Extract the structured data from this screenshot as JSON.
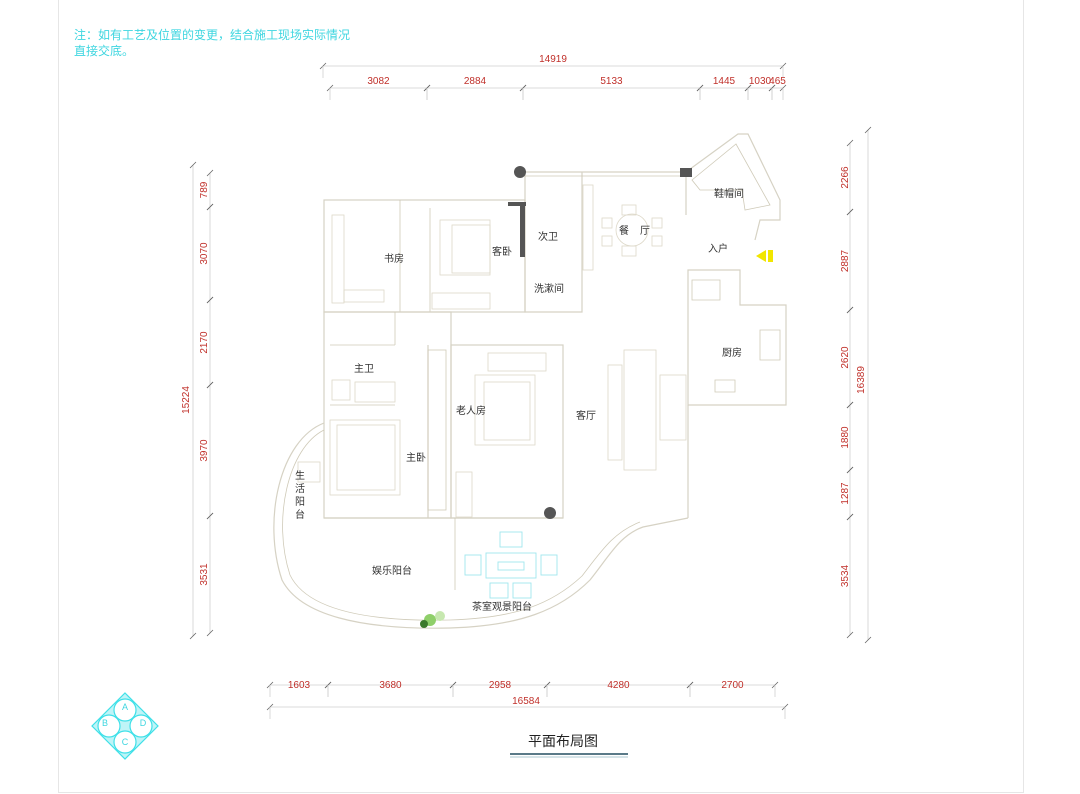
{
  "note": {
    "line1": "注：如有工艺及位置的变更，结合施工现场实际情况",
    "line2": "直接交底。"
  },
  "title": "平面布局图",
  "compass": {
    "a": "A",
    "b": "B",
    "c": "C",
    "d": "D"
  },
  "dimensions": {
    "top_total": "14919",
    "top": [
      "3082",
      "2884",
      "5133",
      "1445",
      "1030",
      "465"
    ],
    "left_total": "15224",
    "left": [
      "789",
      "3070",
      "2170",
      "3970",
      "3531"
    ],
    "right_total": "16389",
    "right": [
      "2266",
      "2887",
      "2620",
      "1880",
      "1287",
      "3534"
    ],
    "bottom_total": "16584",
    "bottom": [
      "1603",
      "3680",
      "2958",
      "4280",
      "2700"
    ]
  },
  "rooms": {
    "study": "书房",
    "guest_bedroom": "客卧",
    "second_bath": "次卫",
    "wash_room": "洗漱间",
    "dining_1": "餐",
    "dining_2": "厅",
    "entrance": "入户",
    "cloakroom": "鞋帽间",
    "kitchen": "厨房",
    "master_bath": "主卫",
    "elder_room": "老人房",
    "living_room": "客厅",
    "master_bedroom": "主卧",
    "utility_balcony_1": "生",
    "utility_balcony_2": "活",
    "utility_balcony_3": "阳",
    "utility_balcony_4": "台",
    "entertainment_balcony": "娱乐阳台",
    "tea_balcony": "茶室观景阳台"
  },
  "colors": {
    "dimension_text": "#c0302a",
    "note": "#3fd6e0",
    "entry_arrow": "#f2e600"
  }
}
